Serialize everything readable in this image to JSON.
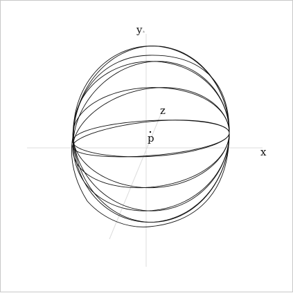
{
  "figure": {
    "labels": {
      "x": "x",
      "y": "y",
      "z": "z",
      "p": "p"
    },
    "y_arrow_mark": "▴",
    "ellipse_count": 8
  }
}
